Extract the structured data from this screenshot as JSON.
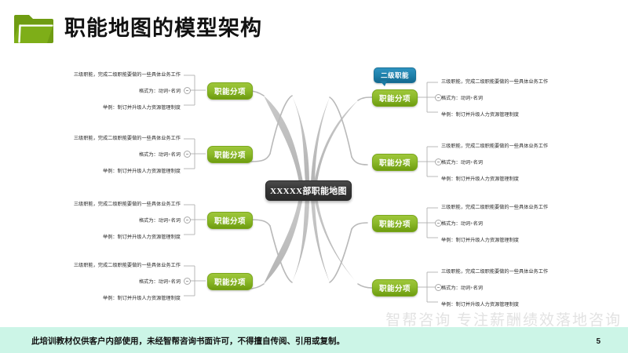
{
  "header": {
    "title": "职能地图的模型架构",
    "icon": "folder-icon",
    "icon_color": "#6f9c12"
  },
  "colors": {
    "green_node": "#8cba2a",
    "blue_node": "#1d7fa9",
    "center_node": "#343434",
    "branch": "#bdbdbd",
    "footer_band": "#ccf5e7",
    "watermark": "#e2e2e2"
  },
  "diagram": {
    "center": {
      "label": "XXXXX部职能地图"
    },
    "callout": {
      "label": "二级职能"
    },
    "branch_label": "职能分项",
    "detail_lines": [
      "三级职能，完成二级职能要做的一些具体业务工作",
      "格式为：动词+名词",
      "举例：制订并升级人力资源管理制度"
    ],
    "left_branches": [
      {
        "label": "职能分项",
        "lines": [
          "三级职能，完成二级职能要做的一些具体业务工作",
          "格式为：动词+名词",
          "举例：制订并升级人力资源管理制度"
        ]
      },
      {
        "label": "职能分项",
        "lines": [
          "三级职能，完成二级职能要做的一些具体业务工作",
          "格式为：动词+名词",
          "举例：制订并升级人力资源管理制度"
        ]
      },
      {
        "label": "职能分项",
        "lines": [
          "三级职能，完成二级职能要做的一些具体业务工作",
          "格式为：动词+名词",
          "举例：制订并升级人力资源管理制度"
        ]
      },
      {
        "label": "职能分项",
        "lines": [
          "三级职能，完成二级职能要做的一些具体业务工作",
          "格式为：动词+名词",
          "举例：制订并升级人力资源管理制度"
        ]
      }
    ],
    "right_branches": [
      {
        "label": "职能分项",
        "lines": [
          "三级职能，完成二级职能要做的一些具体业务工作",
          "格式为：动词+名词",
          "举例：制订并升级人力资源管理制度"
        ]
      },
      {
        "label": "职能分项",
        "lines": [
          "三级职能，完成二级职能要做的一些具体业务工作",
          "格式为：动词+名词",
          "举例：制订并升级人力资源管理制度"
        ]
      },
      {
        "label": "职能分项",
        "lines": [
          "三级职能，完成二级职能要做的一些具体业务工作",
          "格式为：动词+名词",
          "举例：制订并升级人力资源管理制度"
        ]
      },
      {
        "label": "职能分项",
        "lines": [
          "三级职能，完成二级职能要做的一些具体业务工作",
          "格式为：动词+名词",
          "举例：制订并升级人力资源管理制度"
        ]
      }
    ]
  },
  "footer": {
    "notice": "此培训教材仅供客户内部使用，未经智帮咨询书面许可，不得擅自传阅、引用或复制。",
    "page_number": "5",
    "watermark": "智帮咨询 专注薪酬绩效落地咨询"
  }
}
